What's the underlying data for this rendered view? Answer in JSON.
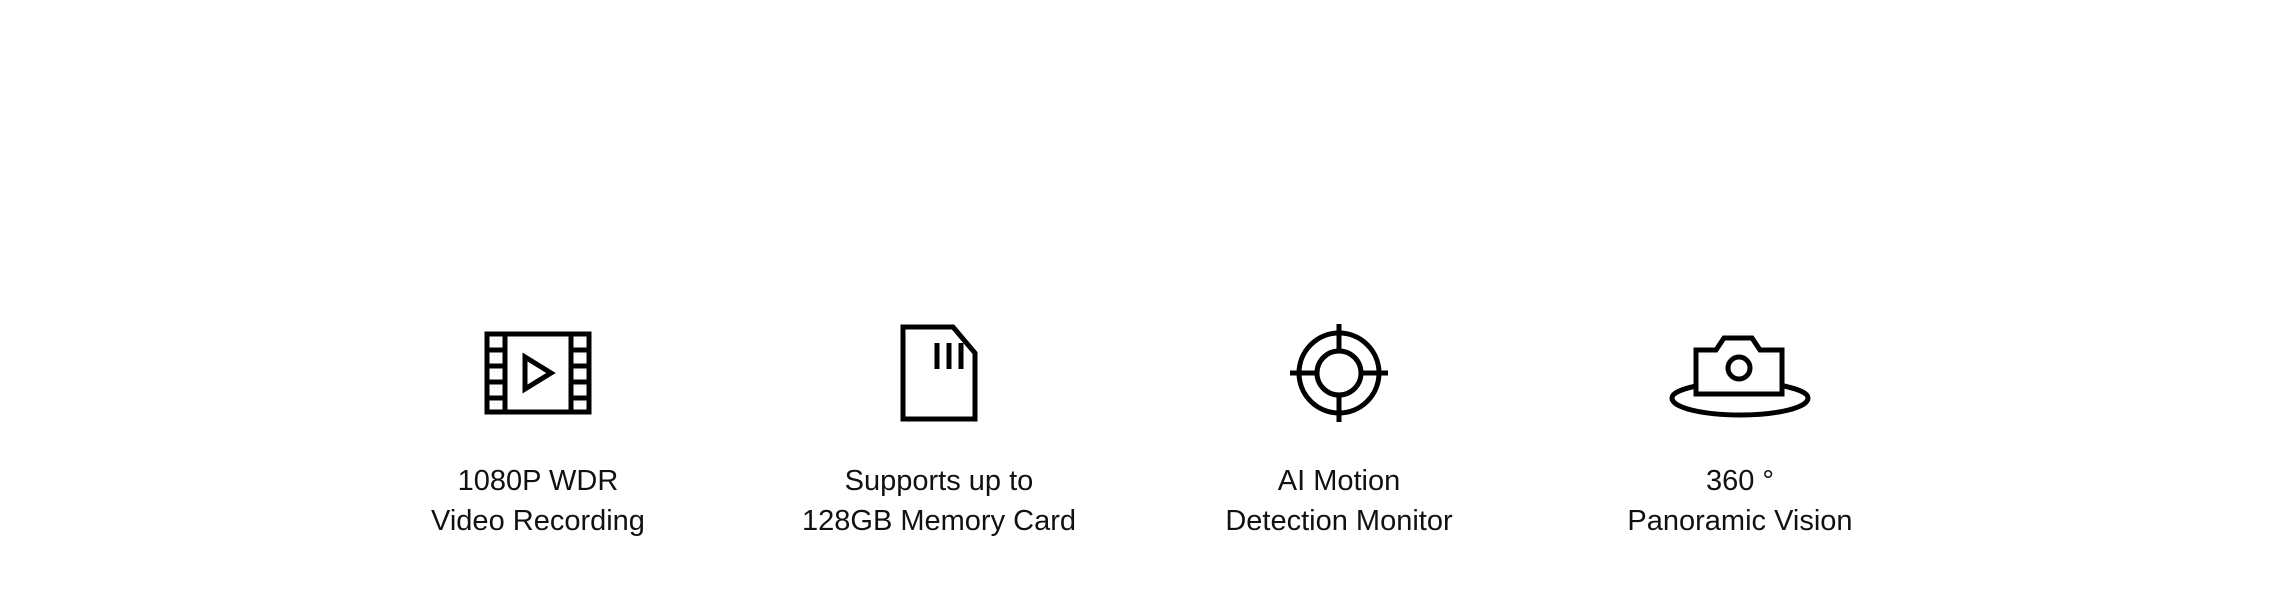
{
  "features": [
    {
      "icon": "film-play-icon",
      "line1": "1080P WDR",
      "line2": "Video Recording"
    },
    {
      "icon": "sd-card-icon",
      "line1": "Supports up to",
      "line2": "128GB Memory Card"
    },
    {
      "icon": "crosshair-target-icon",
      "line1": "AI Motion",
      "line2": "Detection Monitor"
    },
    {
      "icon": "camera-360-icon",
      "line1": "360 °",
      "line2": "Panoramic Vision"
    }
  ]
}
